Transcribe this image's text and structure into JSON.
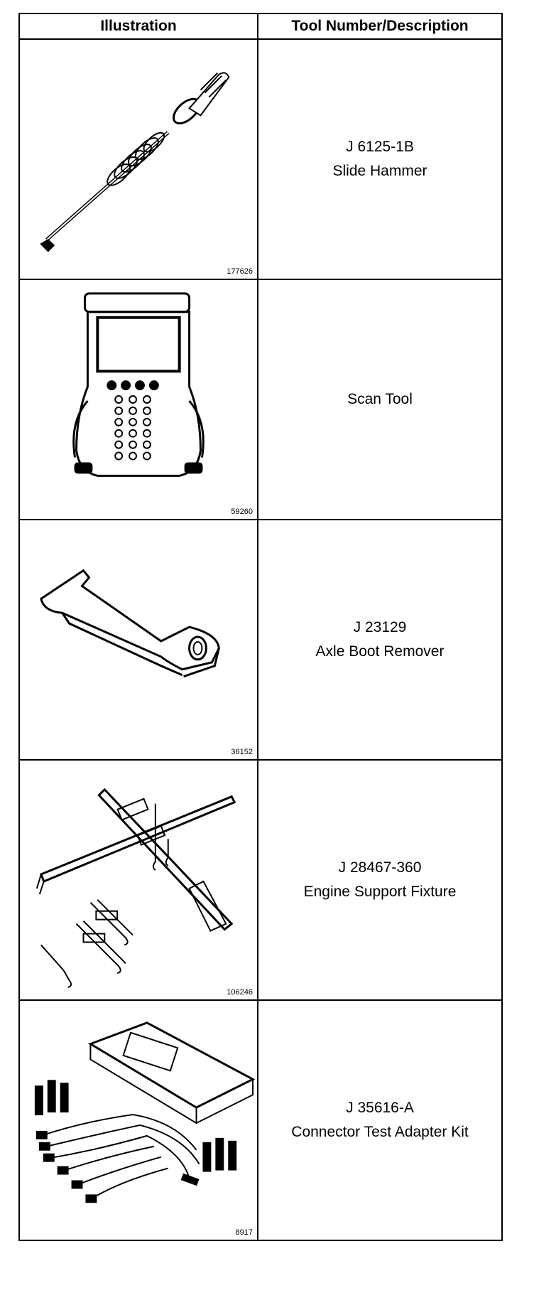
{
  "header": {
    "illustration": "Illustration",
    "tool": "Tool Number/Description"
  },
  "rows": [
    {
      "number": "J 6125-1B",
      "description": "Slide Hammer",
      "figure": "177626",
      "icon": "slide-hammer-drawing"
    },
    {
      "number": "",
      "description": "Scan Tool",
      "figure": "59260",
      "icon": "scan-tool-drawing"
    },
    {
      "number": "J 23129",
      "description": "Axle Boot Remover",
      "figure": "36152",
      "icon": "axle-boot-remover-drawing"
    },
    {
      "number": "J 28467-360",
      "description": "Engine Support Fixture",
      "figure": "106246",
      "icon": "engine-support-fixture-drawing"
    },
    {
      "number": "J 35616-A",
      "description": "Connector Test Adapter Kit",
      "figure": "8917",
      "icon": "connector-test-kit-drawing"
    }
  ]
}
